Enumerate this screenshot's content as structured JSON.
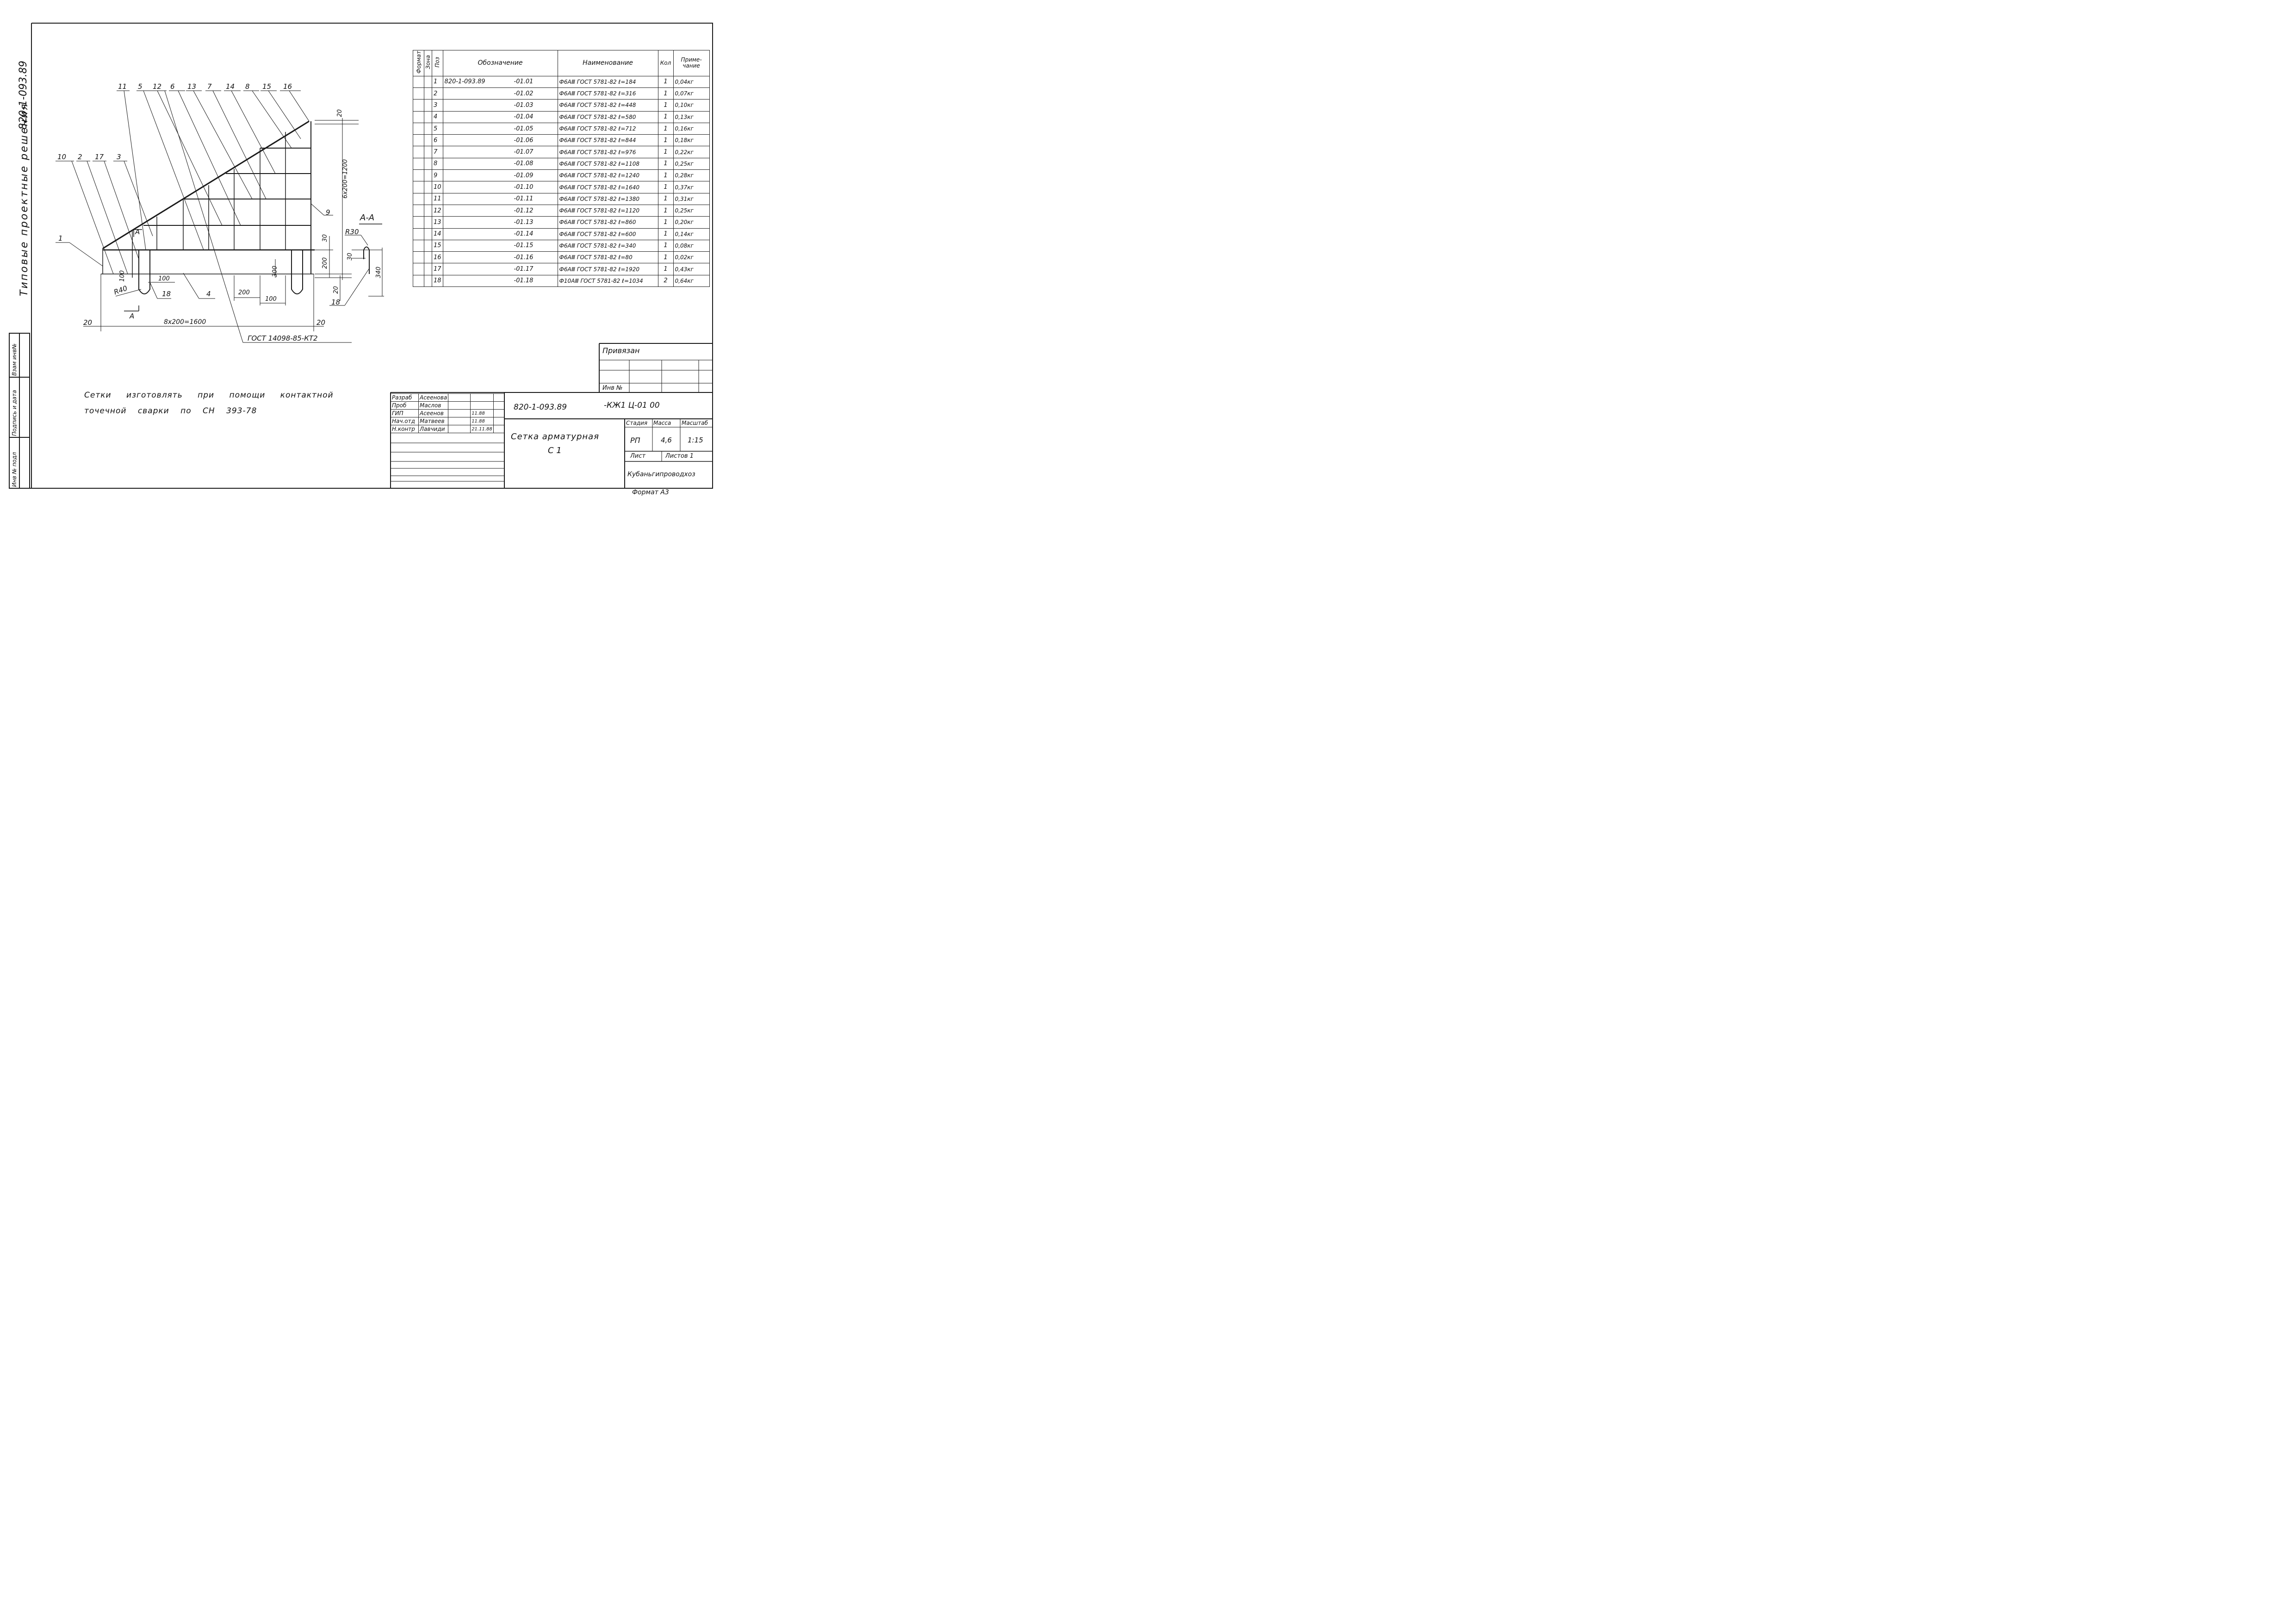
{
  "left_margin": {
    "series_code": "820-1-093.89",
    "series_title": "Типовые проектные решения",
    "stamp_labels": [
      "Инв № подл",
      "Подпись и дата",
      "Взам инв№"
    ]
  },
  "drawing": {
    "position_callouts_top": [
      "11",
      "5",
      "12",
      "6",
      "13",
      "7",
      "14",
      "8",
      "15",
      "16"
    ],
    "position_callouts_left": [
      "10",
      "2",
      "17",
      "3"
    ],
    "callout_1": "1",
    "callout_9": "9",
    "callout_4": "4",
    "callout_18": "18",
    "callout_18_section": "18",
    "section_mark_top": "А",
    "section_mark_bottom": "А",
    "section_title": "А-А",
    "dim_r40": "R40",
    "dim_100_a": "100",
    "dim_100_b": "100",
    "dim_100_c": "100",
    "dim_200": "200",
    "dim_300": "300",
    "dim_200_v": "200",
    "dim_30_top": "30",
    "dim_20_left": "20",
    "dim_20_right": "20",
    "dim_20_top": "20",
    "dim_20_bottom": "20",
    "dim_total_h": "8х200=1600",
    "dim_total_v": "6х200=1200",
    "dim_r30": "R30",
    "dim_30_sec": "30",
    "dim_340": "340",
    "gost_note": "ГОСТ 14098-85-КТ2"
  },
  "note": {
    "line1": "Сетки изготовлять при помощи контактной",
    "line2": "точечной сварки по СН 393-78"
  },
  "spec_table": {
    "headers": {
      "format": "Формат",
      "zone": "Зона",
      "pos": "Поз",
      "designation": "Обозначение",
      "name": "Наименование",
      "qty": "Кол",
      "note": "Приме-чание"
    },
    "rows": [
      {
        "pos": "1",
        "code": "820-1-093.89",
        "suffix": "-01.01",
        "name": "Ф6АⅢ ГОСТ 5781-82 ℓ=184",
        "qty": "1",
        "note": "0,04кг"
      },
      {
        "pos": "2",
        "code": "",
        "suffix": "-01.02",
        "name": "Ф6АⅢ ГОСТ 5781-82 ℓ=316",
        "qty": "1",
        "note": "0,07кг"
      },
      {
        "pos": "3",
        "code": "",
        "suffix": "-01.03",
        "name": "Ф6АⅢ ГОСТ 5781-82 ℓ=448",
        "qty": "1",
        "note": "0,10кг"
      },
      {
        "pos": "4",
        "code": "",
        "suffix": "-01.04",
        "name": "Ф6АⅢ ГОСТ 5781-82 ℓ=580",
        "qty": "1",
        "note": "0,13кг"
      },
      {
        "pos": "5",
        "code": "",
        "suffix": "-01.05",
        "name": "Ф6АⅢ ГОСТ 5781-82 ℓ=712",
        "qty": "1",
        "note": "0,16кг"
      },
      {
        "pos": "6",
        "code": "",
        "suffix": "-01.06",
        "name": "Ф6АⅢ ГОСТ 5781-82 ℓ=844",
        "qty": "1",
        "note": "0,18кг"
      },
      {
        "pos": "7",
        "code": "",
        "suffix": "-01.07",
        "name": "Ф6АⅢ ГОСТ 5781-82 ℓ=976",
        "qty": "1",
        "note": "0,22кг"
      },
      {
        "pos": "8",
        "code": "",
        "suffix": "-01.08",
        "name": "Ф6АⅢ ГОСТ 5781-82 ℓ=1108",
        "qty": "1",
        "note": "0,25кг"
      },
      {
        "pos": "9",
        "code": "",
        "suffix": "-01.09",
        "name": "Ф6АⅢ ГОСТ 5781-82 ℓ=1240",
        "qty": "1",
        "note": "0,28кг"
      },
      {
        "pos": "10",
        "code": "",
        "suffix": "-01.10",
        "name": "Ф6АⅢ ГОСТ 5781-82 ℓ=1640",
        "qty": "1",
        "note": "0,37кг"
      },
      {
        "pos": "11",
        "code": "",
        "suffix": "-01.11",
        "name": "Ф6АⅢ ГОСТ 5781-82 ℓ=1380",
        "qty": "1",
        "note": "0,31кг"
      },
      {
        "pos": "12",
        "code": "",
        "suffix": "-01.12",
        "name": "Ф6АⅢ ГОСТ 5781-82 ℓ=1120",
        "qty": "1",
        "note": "0,25кг"
      },
      {
        "pos": "13",
        "code": "",
        "suffix": "-01.13",
        "name": "Ф6АⅢ ГОСТ 5781-82 ℓ=860",
        "qty": "1",
        "note": "0,20кг"
      },
      {
        "pos": "14",
        "code": "",
        "suffix": "-01.14",
        "name": "Ф6АⅢ ГОСТ 5781-82 ℓ=600",
        "qty": "1",
        "note": "0,14кг"
      },
      {
        "pos": "15",
        "code": "",
        "suffix": "-01.15",
        "name": "Ф6АⅢ ГОСТ 5781-82 ℓ=340",
        "qty": "1",
        "note": "0,08кг"
      },
      {
        "pos": "16",
        "code": "",
        "suffix": "-01.16",
        "name": "Ф6АⅢ ГОСТ 5781-82 ℓ=80",
        "qty": "1",
        "note": "0,02кг"
      },
      {
        "pos": "17",
        "code": "",
        "suffix": "-01.17",
        "name": "Ф6АⅢ ГОСТ 5781-82 ℓ=1920",
        "qty": "1",
        "note": "0,43кг"
      },
      {
        "pos": "18",
        "code": "",
        "suffix": "-01.18",
        "name": "Ф10АⅢ ГОСТ 5781-82 ℓ=1034",
        "qty": "2",
        "note": "0,64кг"
      }
    ]
  },
  "binding_block": {
    "title": "Привязан",
    "inv_label": "Инв №"
  },
  "title_block": {
    "document_code": "820-1-093.89",
    "document_suffix": "-КЖ1 Ц-01 00",
    "drawing_title": "Сетка арматурная",
    "drawing_mark": "С 1",
    "stage_label": "Стадия",
    "mass_label": "Масса",
    "scale_label": "Масштаб",
    "stage_value": "РП",
    "mass_value": "4,6",
    "scale_value": "1:15",
    "sheet_label": "Лист",
    "sheets_label": "Листов 1",
    "organization": "Кубаньгипроводхоз",
    "format": "Формат А3",
    "signatures": [
      {
        "role": "Разраб",
        "name": "Асеенова",
        "date": ""
      },
      {
        "role": "Проб",
        "name": "Маслов",
        "date": ""
      },
      {
        "role": "ГИП",
        "name": "Асеенов",
        "date": "11.88"
      },
      {
        "role": "Нач.отд",
        "name": "Матвеев",
        "date": "11.88"
      },
      {
        "role": "Н.контр",
        "name": "Лавчиди",
        "date": "21.11.88"
      }
    ]
  }
}
